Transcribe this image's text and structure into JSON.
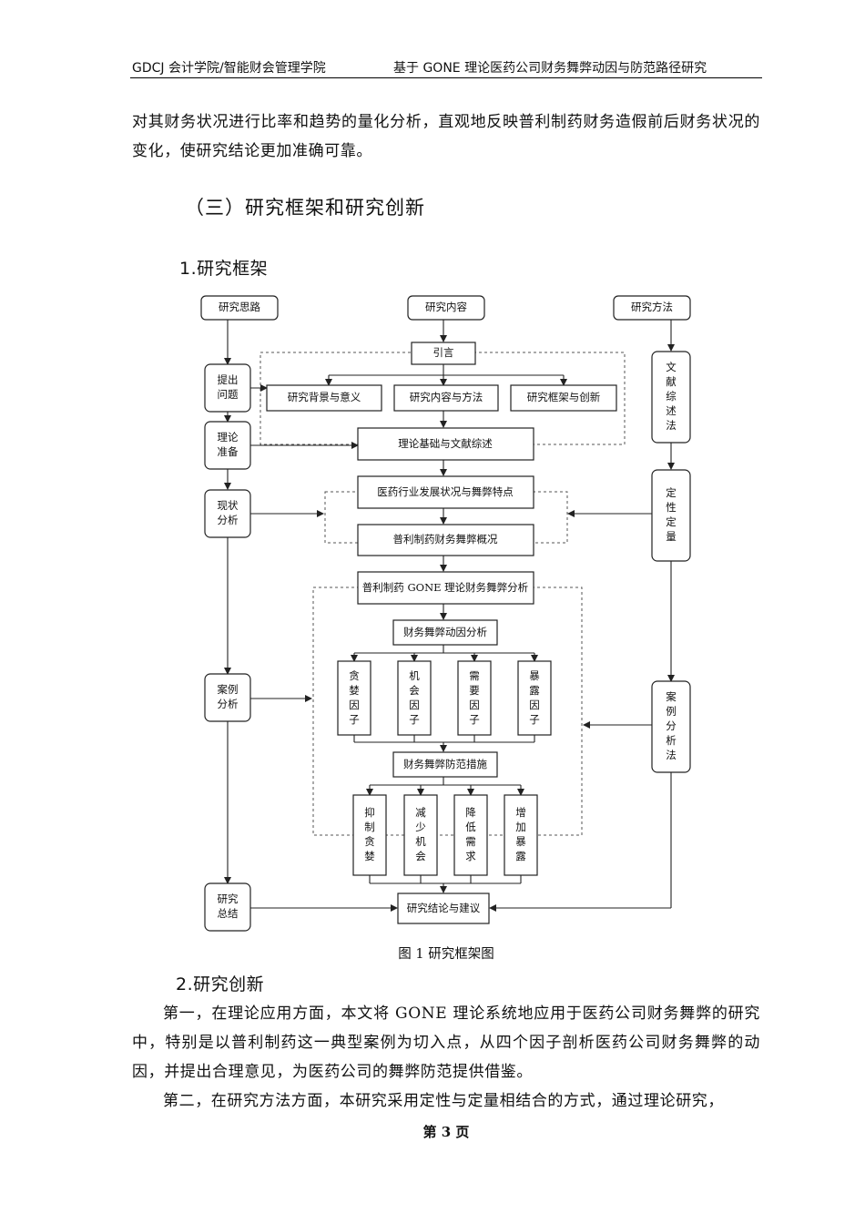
{
  "header": {
    "left": "GDCJ 会计学院/智能财会管理学院",
    "right": "基于 GONE 理论医药公司财务舞弊动因与防范路径研究"
  },
  "intro_text": "对其财务状况进行比率和趋势的量化分析，直观地反映普利制药财务造假前后财务状况的变化，使研究结论更加准确可靠。",
  "section_title": "（三）研究框架和研究创新",
  "sub1_title": "1.研究框架",
  "diagram": {
    "top_labels": [
      "研究思路",
      "研究内容",
      "研究方法"
    ],
    "left_col": [
      "提出\n问题",
      "理论\n准备",
      "现状\n分析",
      "案例\n分析",
      "研究\n总结"
    ],
    "right_col": [
      "文\n献\n综\n述\n法",
      "定\n性\n定\n量",
      "案\n例\n分\n析\n法"
    ],
    "intro": "引言",
    "intro_sub": [
      "研究背景与意义",
      "研究内容与方法",
      "研究框架与创新"
    ],
    "theory": "理论基础与文献综述",
    "industry": "医药行业发展状况与舞弊特点",
    "overview": "普利制药财务舞弊概况",
    "gone_analysis": "普利制药 GONE 理论财务舞弊分析",
    "motive": "财务舞弊动因分析",
    "factors": [
      "贪\n婪\n因\n子",
      "机\n会\n因\n子",
      "需\n要\n因\n子",
      "暴\n露\n因\n子"
    ],
    "measures": "财务舞弊防范措施",
    "measure_items": [
      "抑\n制\n贪\n婪",
      "减\n少\n机\n会",
      "降\n低\n需\n求",
      "增\n加\n暴\n露"
    ],
    "conclusion": "研究结论与建议"
  },
  "caption": "图 1 研究框架图",
  "sub2_title": "2.研究创新",
  "para1": "第一，在理论应用方面，本文将 GONE 理论系统地应用于医药公司财务舞弊的研究中，特别是以普利制药这一典型案例为切入点，从四个因子剖析医药公司财务舞弊的动因，并提出合理意见，为医药公司的舞弊防范提供借鉴。",
  "para2": "第二，在研究方法方面，本研究采用定性与定量相结合的方式，通过理论研究，",
  "footer": "第 3 页"
}
